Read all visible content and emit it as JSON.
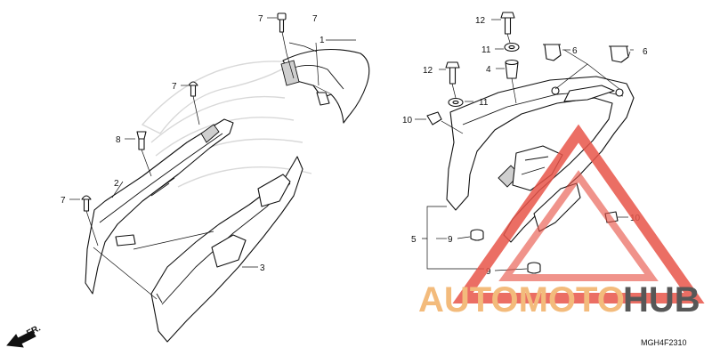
{
  "diagram": {
    "callouts": [
      "1",
      "2",
      "3",
      "4",
      "5",
      "6",
      "6",
      "7",
      "7",
      "7",
      "7",
      "8",
      "9",
      "9",
      "10",
      "10",
      "11",
      "11",
      "12",
      "12"
    ],
    "fr_label": "FR.",
    "code": "MGH4F2310"
  },
  "watermark": {
    "text_a": "AUTOMOTO",
    "text_b": "HUB",
    "color_accent": "#e8554a",
    "color_dark": "#3a3a3a"
  }
}
